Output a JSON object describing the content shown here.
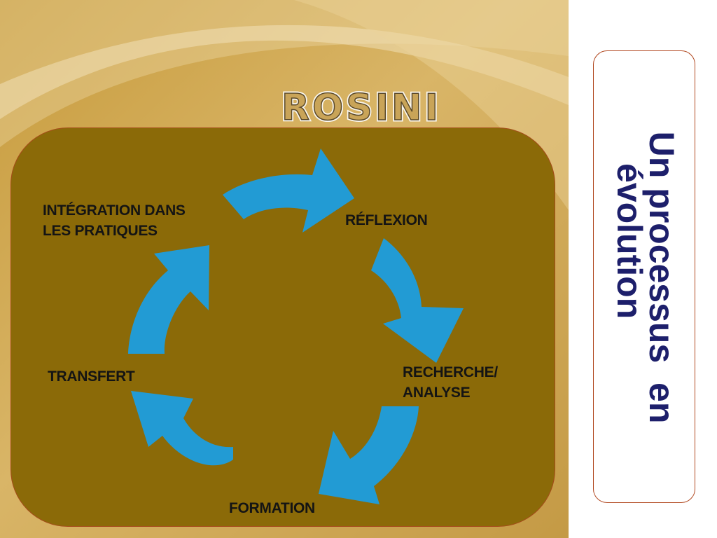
{
  "brand": {
    "text": "ROSINI"
  },
  "diagram": {
    "type": "cycle",
    "stages": [
      {
        "id": "reflexion",
        "label": "RÉFLEXION"
      },
      {
        "id": "recherche",
        "label": "RECHERCHE/\nANALYSE"
      },
      {
        "id": "formation",
        "label": "FORMATION"
      },
      {
        "id": "transfert",
        "label": "TRANSFERT"
      },
      {
        "id": "integration",
        "label": "INTÉGRATION DANS\nLES PRATIQUES"
      }
    ],
    "arrow_color": "#229bd4",
    "panel_color": "#8b6a08"
  },
  "title": {
    "line1": "Un processus  en",
    "line2": "évolution",
    "color": "#1d1f6b"
  }
}
